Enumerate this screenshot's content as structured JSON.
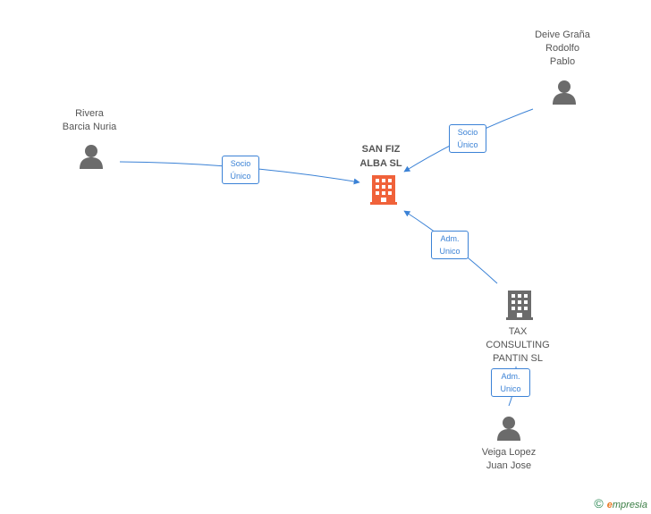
{
  "nodes": {
    "company_main": {
      "name": "SAN FIZ\nALBA SL",
      "color": "#f0623a"
    },
    "person_rivera": {
      "name": "Rivera\nBarcia Nuria"
    },
    "person_deive": {
      "name": "Deive Graña\nRodolfo\nPablo"
    },
    "company_tax": {
      "name": "TAX\nCONSULTING\nPANTIN SL"
    },
    "person_veiga": {
      "name": "Veiga Lopez\nJuan Jose"
    }
  },
  "edges": [
    {
      "from": "person_rivera",
      "to": "company_main",
      "label": "Socio\nÚnico"
    },
    {
      "from": "person_deive",
      "to": "company_main",
      "label": "Socio\nÚnico"
    },
    {
      "from": "company_tax",
      "to": "company_main",
      "label": "Adm.\nUnico"
    },
    {
      "from": "person_veiga",
      "to": "company_tax",
      "label": "Adm.\nUnico"
    }
  ],
  "colors": {
    "edge": "#3b82d6",
    "icon_gray": "#6b6b6b",
    "main_company": "#f0623a"
  },
  "footer": {
    "copyright": "©",
    "brand_initial": "e",
    "brand_rest": "mpresia"
  }
}
